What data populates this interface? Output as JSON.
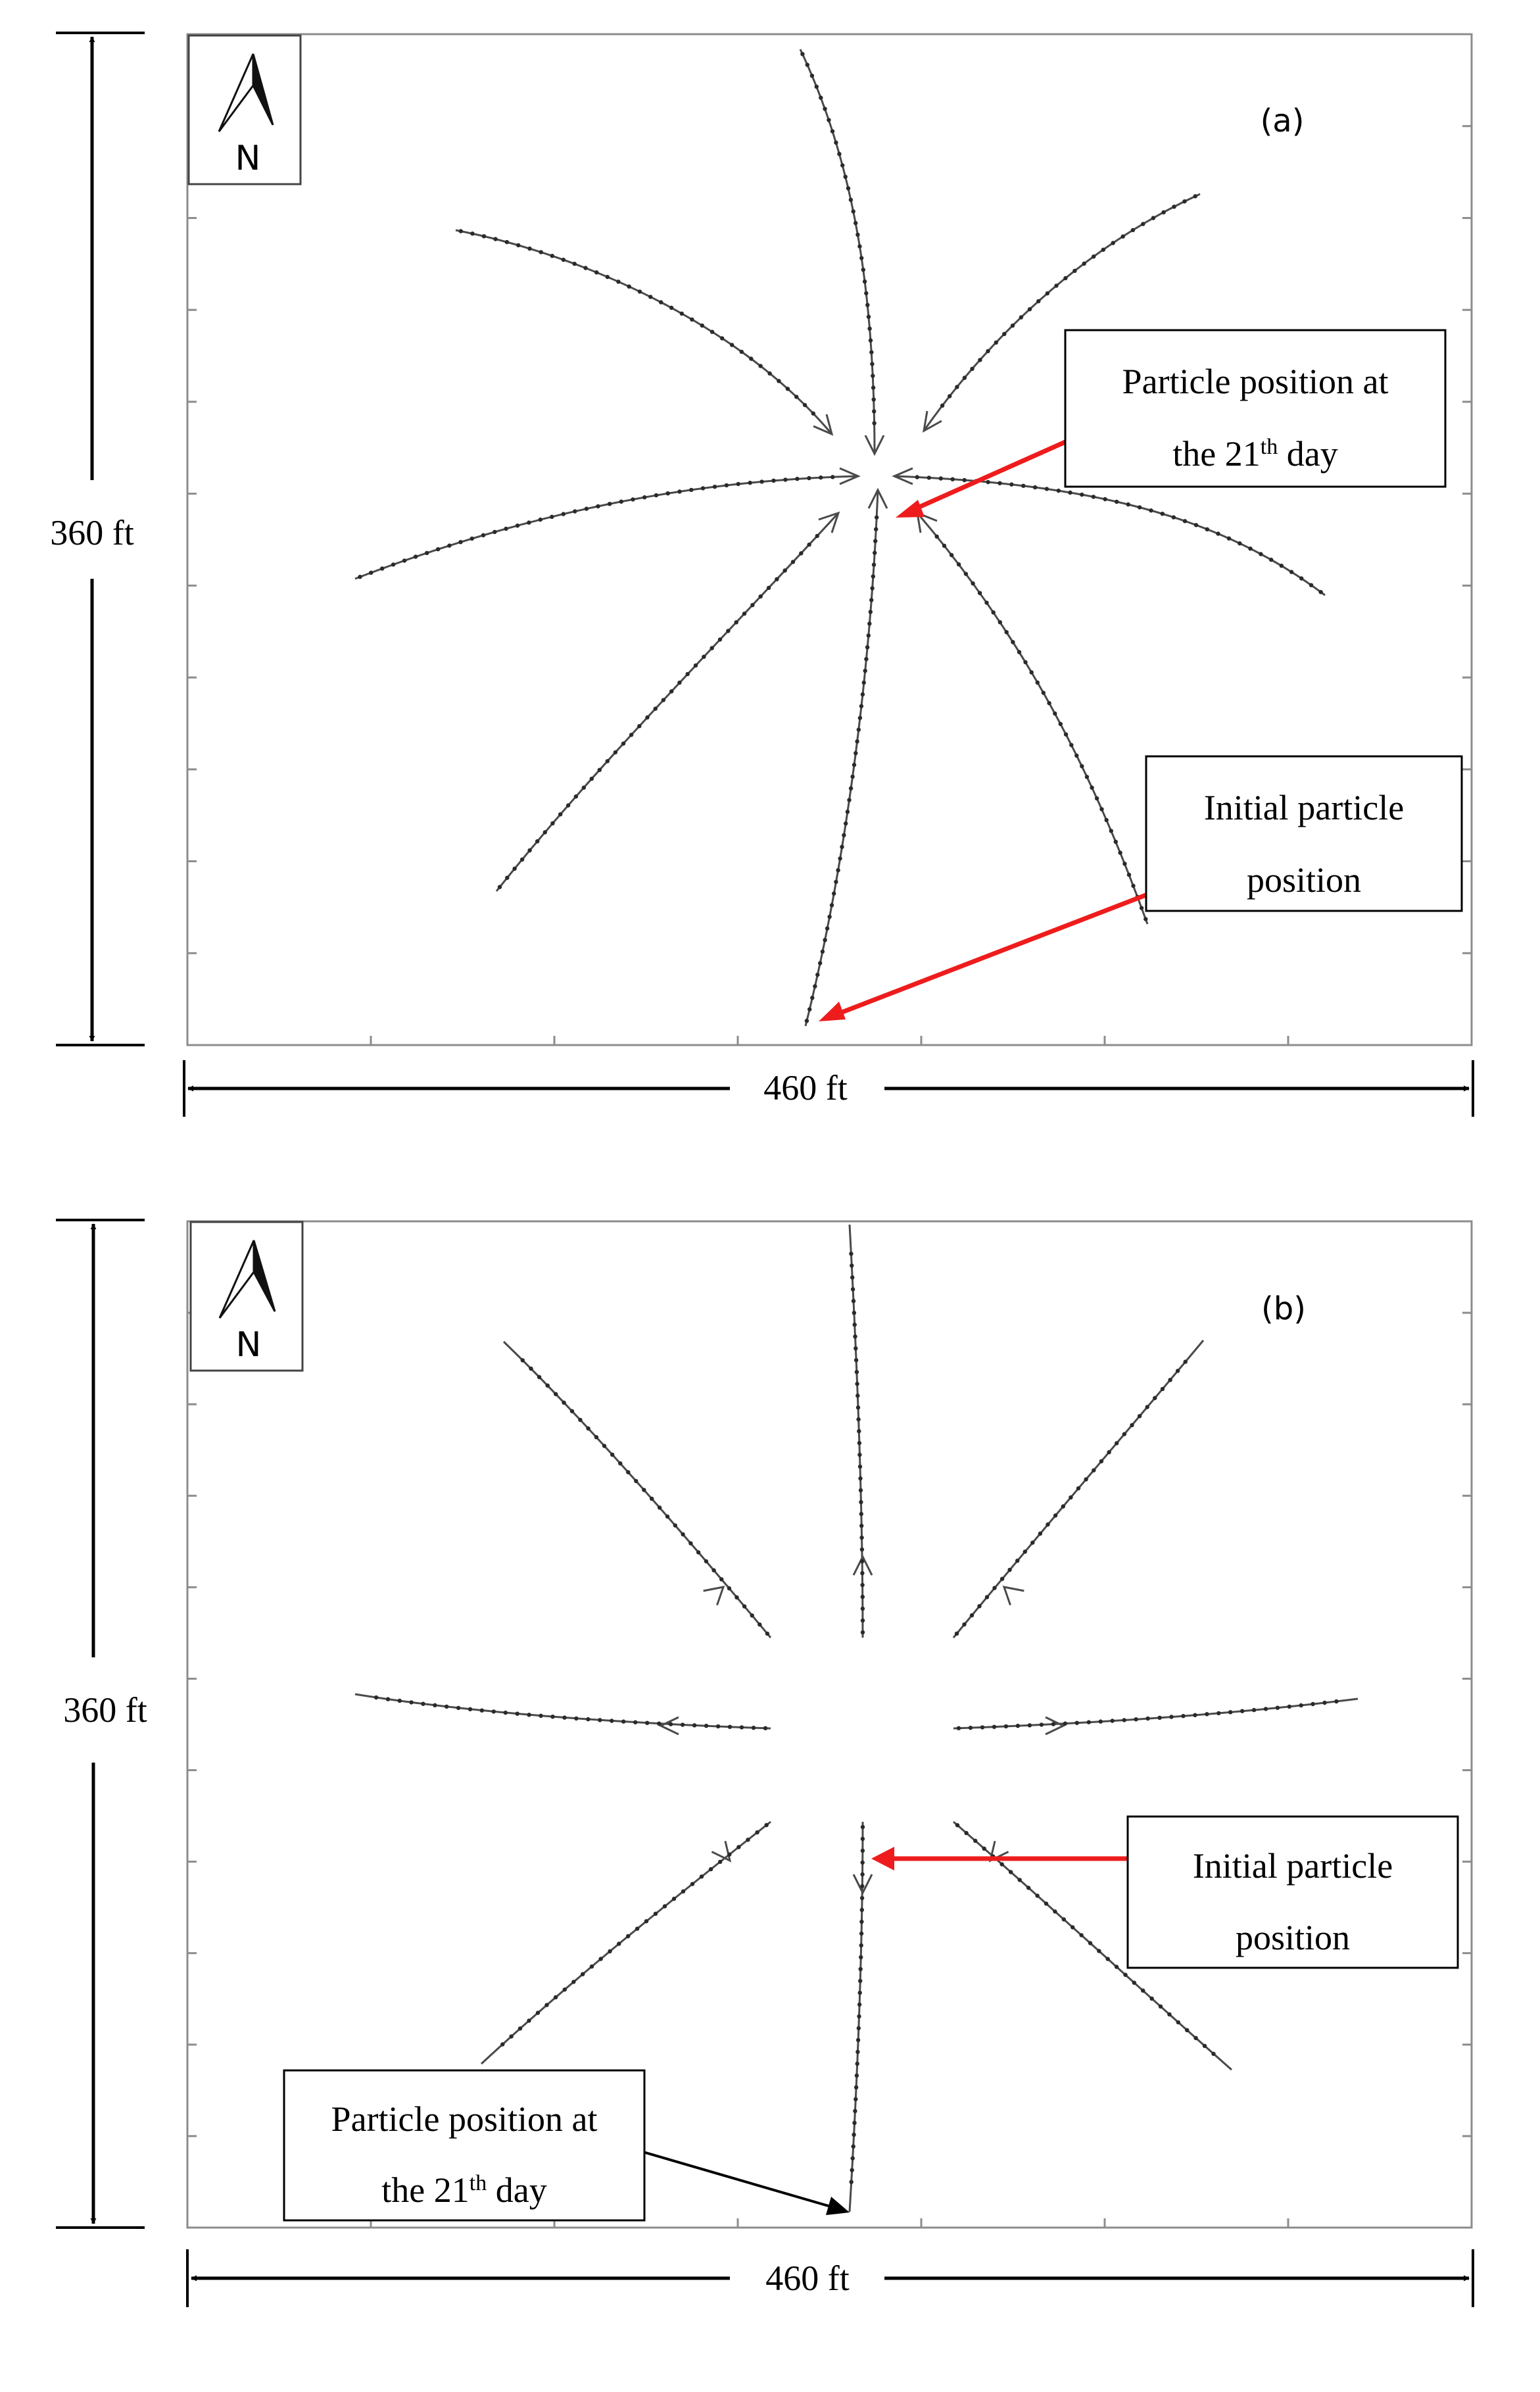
{
  "colors": {
    "background": "#ffffff",
    "panel_border": "#8c8c8c",
    "path": "#4a4a4a",
    "dots": "#2a2a2a",
    "highlight_arrow": "#ee1c1c",
    "dimension": "#000000"
  },
  "icons": {
    "north": "north-arrow-icon"
  },
  "panels": [
    {
      "id": "a",
      "tag": "(a)",
      "north_label": "N",
      "height_label": "360 ft",
      "width_label": "460 ft",
      "callouts": [
        {
          "name": "callout-final-position",
          "lines": [
            "Particle position at",
            "the 21",
            "th",
            " day"
          ],
          "arrow": "red"
        },
        {
          "name": "callout-initial-position",
          "lines": [
            "Initial particle",
            "position"
          ],
          "arrow": "red"
        }
      ]
    },
    {
      "id": "b",
      "tag": "(b)",
      "north_label": "N",
      "height_label": "360 ft",
      "width_label": "460 ft",
      "callouts": [
        {
          "name": "callout-initial-position",
          "lines": [
            "Initial particle",
            "position"
          ],
          "arrow": "red"
        },
        {
          "name": "callout-final-position",
          "lines": [
            "Particle position at",
            "the 21",
            "th",
            " day"
          ],
          "arrow": "black"
        }
      ]
    }
  ]
}
